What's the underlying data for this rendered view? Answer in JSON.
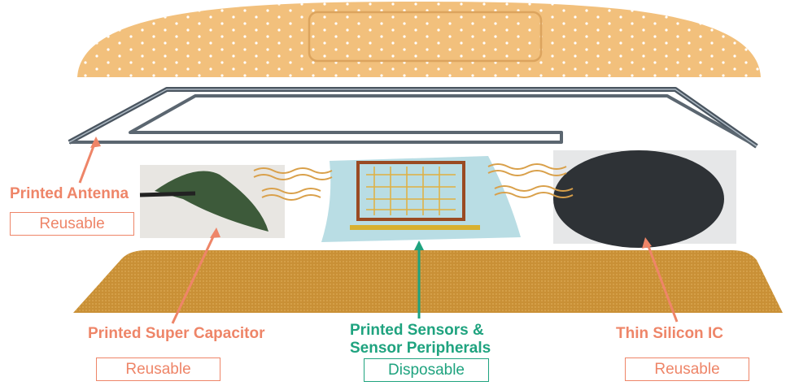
{
  "labels": {
    "antenna": "Printed Antenna",
    "capacitor": "Printed Super Capacitor",
    "sensors_line1": "Printed Sensors &",
    "sensors_line2": "Sensor Peripherals",
    "silicon": "Thin Silicon IC"
  },
  "tags": {
    "antenna": "Reusable",
    "capacitor": "Reusable",
    "sensors": "Disposable",
    "silicon": "Reusable"
  },
  "colors": {
    "reusable": "#ee8568",
    "disposable": "#1fa37f",
    "bandage_top": "#f2c07c",
    "bandage_bottom": "#c99036",
    "frame": "#4a5560"
  }
}
